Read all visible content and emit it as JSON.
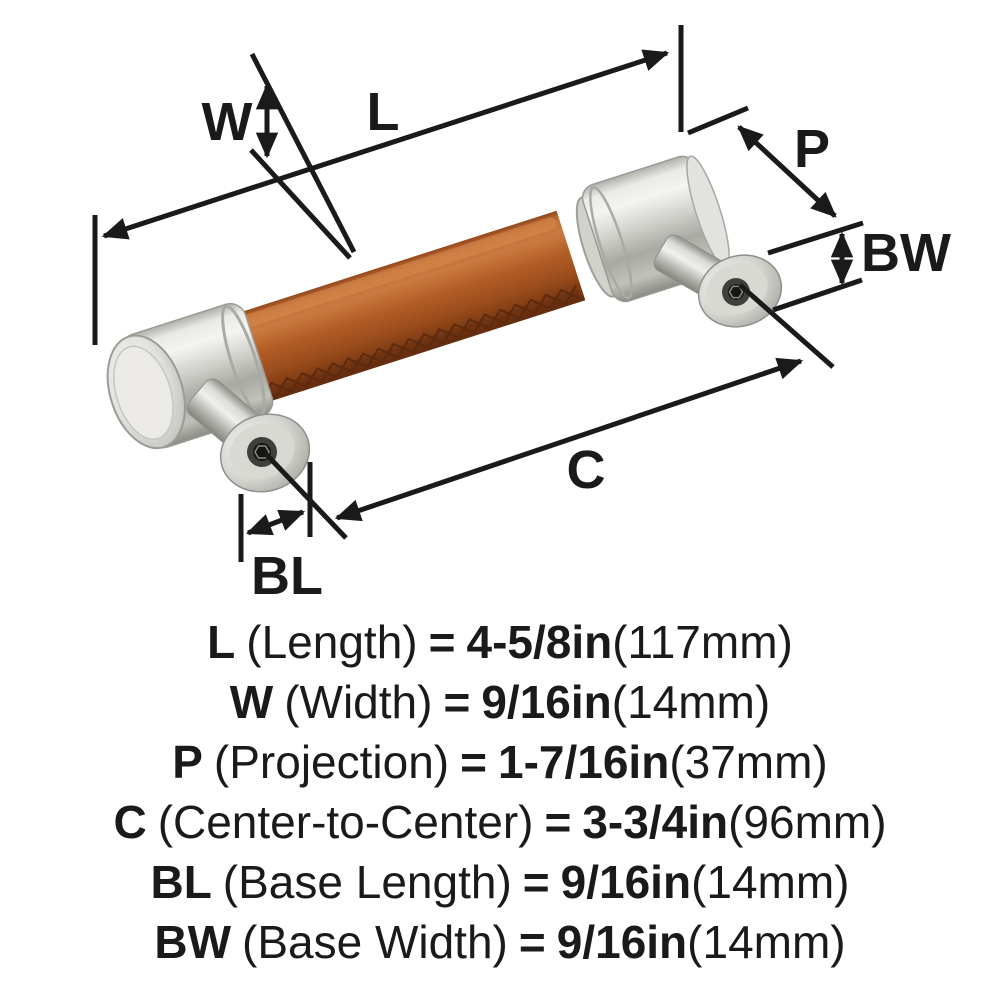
{
  "diagram": {
    "labels": {
      "length": "L",
      "width": "W",
      "projection": "P",
      "base_width": "BW",
      "center_to_center": "C",
      "base_length": "BL"
    },
    "colors": {
      "line": "#1a1a1a",
      "background": "#ffffff",
      "leather": "#b35d26",
      "leather_stitch": "#5d2a0e",
      "metal": "#cfcfca"
    }
  },
  "specs": {
    "rows": [
      {
        "key": "L",
        "name": "(Length)",
        "eq": "=",
        "value": "4-5/8in",
        "metric": "(117mm)"
      },
      {
        "key": "W",
        "name": "(Width)",
        "eq": "=",
        "value": "9/16in",
        "metric": "(14mm)"
      },
      {
        "key": "P",
        "name": "(Projection)",
        "eq": "=",
        "value": "1-7/16in",
        "metric": "(37mm)"
      },
      {
        "key": "C",
        "name": "(Center-to-Center)",
        "eq": "=",
        "value": "3-3/4in",
        "metric": "(96mm)"
      },
      {
        "key": "BL",
        "name": "(Base Length)",
        "eq": "=",
        "value": "9/16in",
        "metric": "(14mm)"
      },
      {
        "key": "BW",
        "name": "(Base Width)",
        "eq": "=",
        "value": "9/16in",
        "metric": "(14mm)"
      }
    ]
  }
}
